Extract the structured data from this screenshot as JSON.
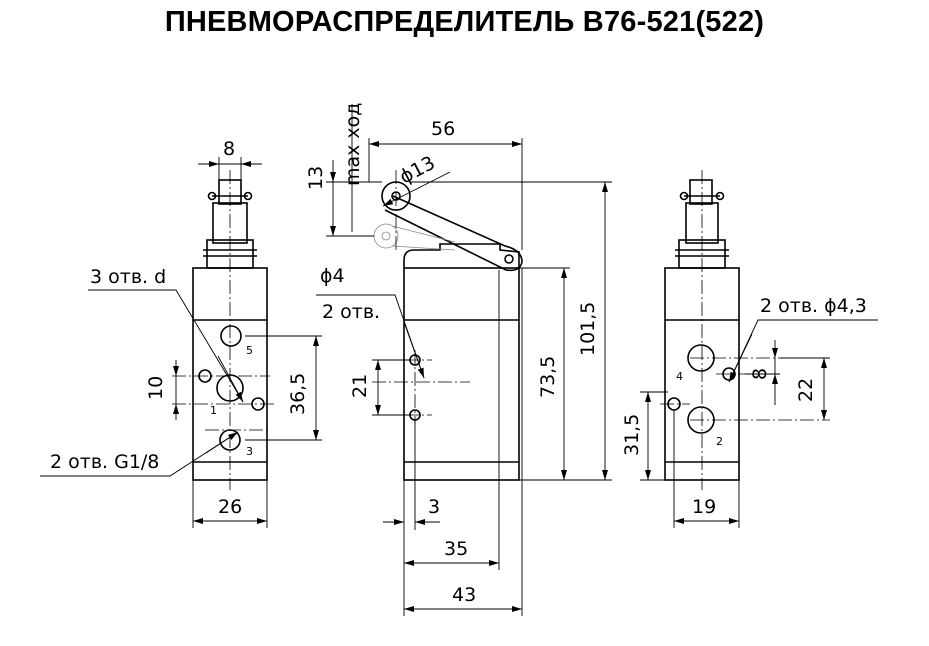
{
  "title": "ПНЕВМОРАСПРЕДЕЛИТЕЛЬ В76-521(522)",
  "left_view": {
    "dim_top_width": "8",
    "label_holes_d": "3 отв. d",
    "dim_10": "10",
    "dim_36_5": "36,5",
    "label_holes_g": "2 отв. G1/8",
    "dim_bottom_width": "26",
    "port_5": "5",
    "port_1": "1",
    "port_3": "3"
  },
  "middle_view": {
    "dim_56": "56",
    "label_max_stroke": "max ход",
    "dim_13": "13",
    "dim_phi13": "ϕ13",
    "label_phi4": "ϕ4",
    "label_2holes": "2 отв.",
    "dim_21": "21",
    "dim_73_5": "73,5",
    "dim_101_5": "101,5",
    "dim_3": "3",
    "dim_35": "35",
    "dim_43": "43"
  },
  "right_view": {
    "label_holes_43": "2 отв. ϕ4,3",
    "dim_8": "8",
    "dim_22": "22",
    "dim_31_5": "31,5",
    "dim_19": "19",
    "port_4": "4",
    "port_2": "2"
  }
}
